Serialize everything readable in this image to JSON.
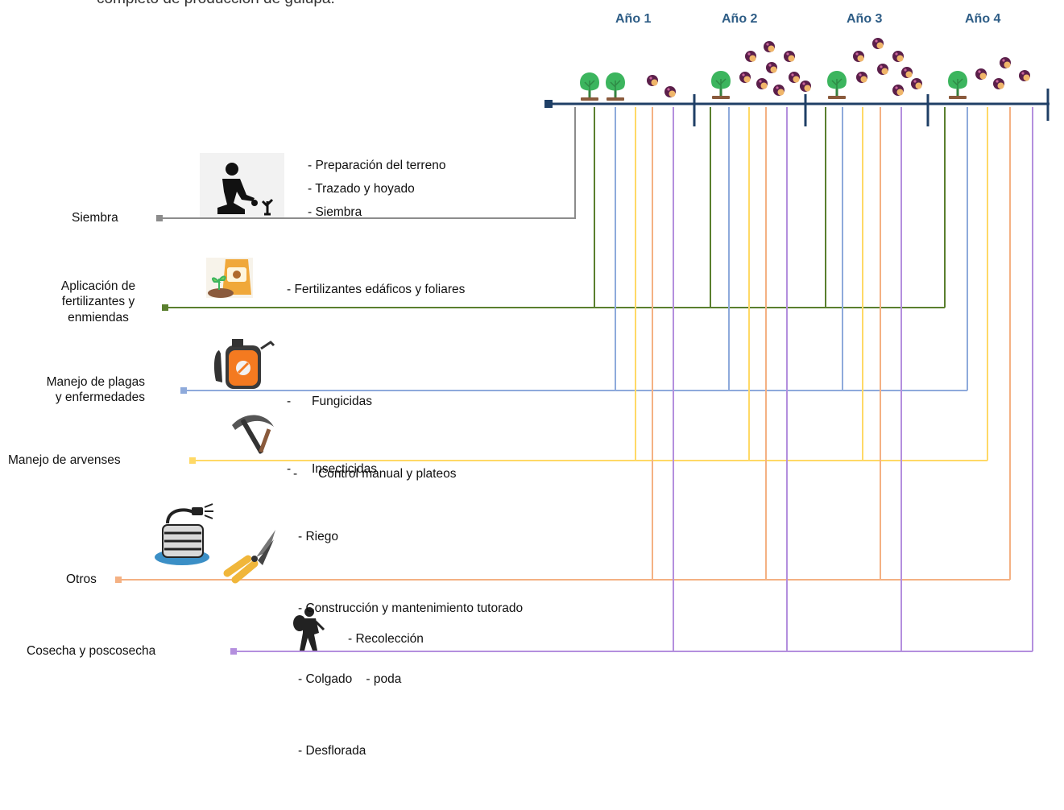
{
  "intro_text": "completo de producción de gulupa.",
  "years": [
    "Año 1",
    "Año 2",
    "Año 3",
    "Año 4"
  ],
  "activities": [
    {
      "id": "siembra",
      "label_lines": [
        "Siembra"
      ],
      "color": "#8c8c8c",
      "icon": "person-planting-icon",
      "tasks": [
        "- Preparación del terreno",
        "- Trazado y hoyado",
        "- Siembra"
      ]
    },
    {
      "id": "fertilizantes",
      "label_lines": [
        "Aplicación de",
        "fertilizantes y",
        "enmiendas"
      ],
      "color": "#5a7f2e",
      "icon": "fertilizer-bag-icon",
      "tasks": [
        "- Fertilizantes edáficos y foliares"
      ]
    },
    {
      "id": "plagas",
      "label_lines": [
        "Manejo de plagas",
        "y enfermedades"
      ],
      "color": "#8eaadb",
      "icon": "sprayer-icon",
      "tasks": [
        "-      Fungicidas",
        "-      Insecticidas"
      ]
    },
    {
      "id": "arvenses",
      "label_lines": [
        "Manejo de arvenses"
      ],
      "color": "#ffd966",
      "icon": "pickaxe-icon",
      "tasks": [
        "-      Control manual y plateos"
      ]
    },
    {
      "id": "otros",
      "label_lines": [
        "Otros"
      ],
      "color": "#f4b183",
      "icon": "hose-and-pruner-icon",
      "tasks": [
        "- Riego",
        "- Construcción y mantenimiento tutorado",
        "- Colgado    - poda",
        "- Desflorada"
      ]
    },
    {
      "id": "cosecha",
      "label_lines": [
        "Cosecha y poscosecha"
      ],
      "color": "#b48fde",
      "icon": "harvester-icon",
      "tasks": [
        "- Recolección"
      ]
    }
  ],
  "colors": {
    "timeline": "#1f3f66",
    "plant": "#3cb55e",
    "fruit_dark": "#5b1f4a",
    "fruit_light": "#f0b66a"
  }
}
